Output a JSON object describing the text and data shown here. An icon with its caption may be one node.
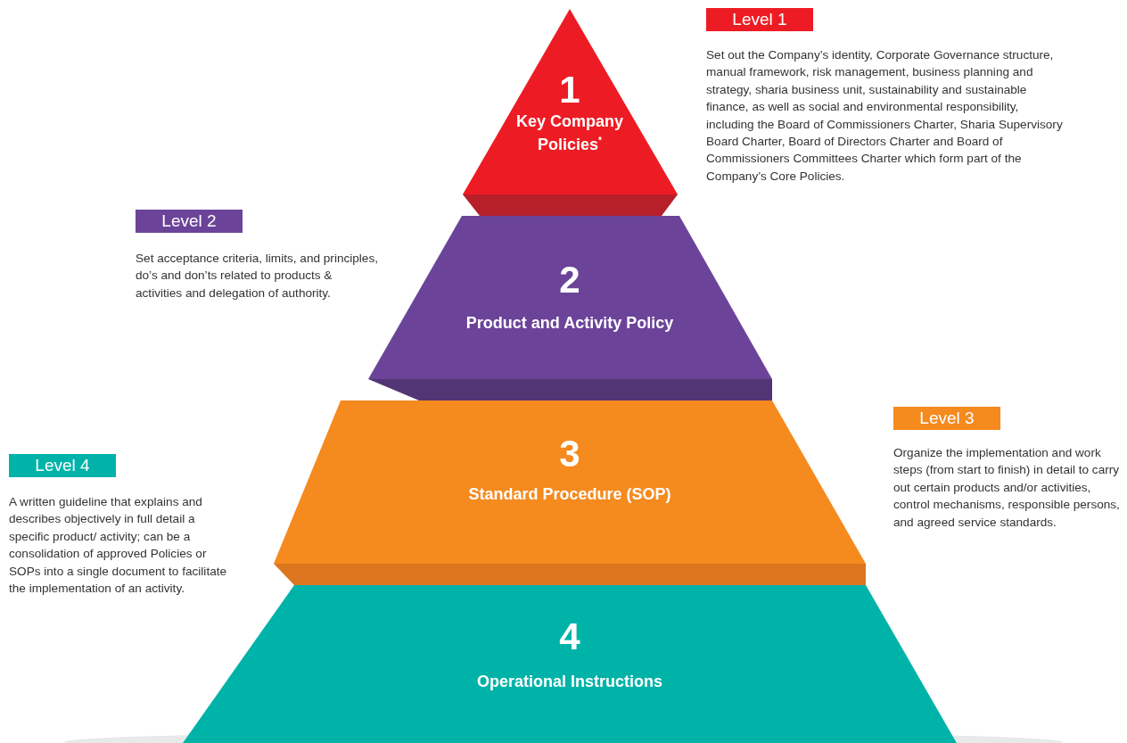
{
  "diagram": {
    "nodes": [
      {
        "text": [
          "1",
          "Key Company Policies$^{*}$"
        ]
      },
      {
        "text": [
          "2",
          "Product and Activity Policy"
        ]
      },
      {
        "text": [
          "3",
          "Standard Procedure (SOP)"
        ]
      },
      {
        "text": [
          "4",
          "Operational Instructions"
        ]
      },
      {
        "text": [
          "Level 1"
        ]
      },
      {
        "text": [
          "Level 2"
        ]
      },
      {
        "text": [
          "Level 3"
        ]
      },
      {
        "text": [
          "Level 4"
        ]
      }
    ],
    "edges": [],
    "labels": [
      "Set out the Company’s identity, Corporate Governance structure, manual framework, risk management, business planning and strategy, sharia business unit, sustainability and sustainable finance, as well as social and environmental responsibility, including the Board of Commissioners Charter, Sharia Supervisory Board Charter, Board of Directors Charter and Board of Commissioners Committees Charter which form part of the Company’s Core Policies.",
      "Set acceptance criteria, limits, and principles, do’s and don’ts related to products & activities and delegation of authority.",
      "Organize the implementation and work steps (from start to finish) in detail to carry out certain products and/or activities, control mechanisms, responsible persons, and agreed service standards.",
      "A written guideline that explains and describes objectively in full detail a specific product/ activity; can be a consolidation of approved Policies or SOPs into a single document to facilitate the implementation of an activity."
    ]
  }
}
